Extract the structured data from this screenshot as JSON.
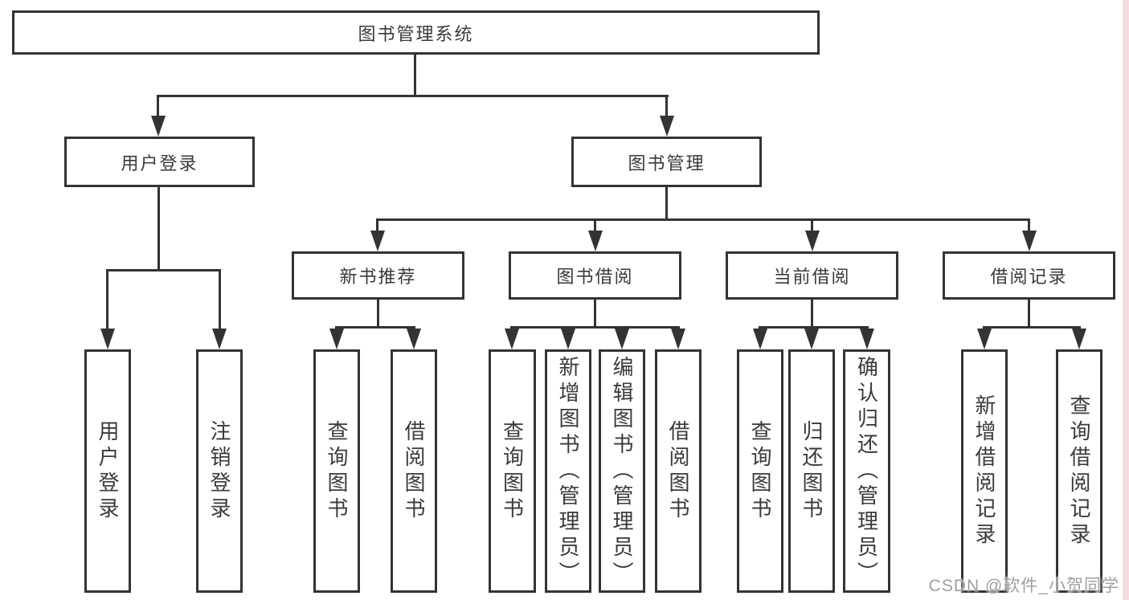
{
  "diagram_title": "图书管理系统",
  "watermark": "CSDN @软件_小贺同学",
  "colors": {
    "line": "#333333",
    "box_border": "#333333",
    "text": "#3a3a3a",
    "watermark": "#9e9e9e",
    "accent_strip": "#f6dcdc",
    "background": "#ffffff"
  },
  "nodes": {
    "root": {
      "label": "图书管理系统"
    },
    "level2": {
      "user_login": {
        "label": "用户登录"
      },
      "book_management": {
        "label": "图书管理"
      }
    },
    "level3": {
      "new_book_recommend": {
        "label": "新书推荐"
      },
      "book_borrow": {
        "label": "图书借阅"
      },
      "current_borrow": {
        "label": "当前借阅"
      },
      "borrow_records": {
        "label": "借阅记录"
      }
    },
    "leaves": {
      "user_login_leaf": {
        "label": "用户登录"
      },
      "logout_leaf": {
        "label": "注销登录"
      },
      "nr_query_books": {
        "label": "查询图书"
      },
      "nr_borrow_books": {
        "label": "借阅图书"
      },
      "bb_query_books": {
        "label": "查询图书"
      },
      "bb_add_books_admin": {
        "label": "新增图书（管理员）"
      },
      "bb_edit_books_admin": {
        "label": "编辑图书（管理员）"
      },
      "bb_borrow_books": {
        "label": "借阅图书"
      },
      "cb_query_books": {
        "label": "查询图书"
      },
      "cb_return_books": {
        "label": "归还图书"
      },
      "cb_confirm_return_admin": {
        "label": "确认归还（管理员）"
      },
      "br_add_record": {
        "label": "新增借阅记录"
      },
      "br_query_record": {
        "label": "查询借阅记录"
      }
    }
  }
}
